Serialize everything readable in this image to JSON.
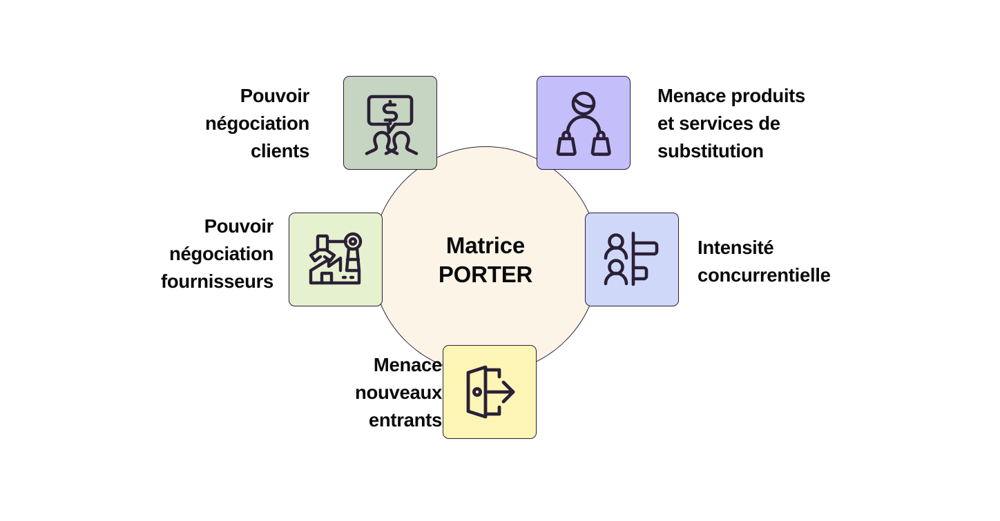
{
  "diagram": {
    "title_line1": "Matrice",
    "title_line2": "PORTER",
    "center_fill": "#fdf4e8",
    "outline_color": "#2b2036",
    "forces": [
      {
        "id": "clients",
        "label": "Pouvoir\nnégociation\nclients",
        "icon": "speech-bubble-dollar-two-people-icon",
        "tile_color": "#c6d5c1",
        "position": "top-left"
      },
      {
        "id": "substitution",
        "label": "Menace produits\net services de\nsubstitution",
        "icon": "person-two-shopping-bags-icon",
        "tile_color": "#c4bffa",
        "position": "top-right"
      },
      {
        "id": "fournisseurs",
        "label": "Pouvoir\nnégociation\nfournisseurs",
        "icon": "factory-robot-arm-icon",
        "tile_color": "#e5f1cf",
        "position": "middle-left"
      },
      {
        "id": "concurrence",
        "label": "Intensité\nconcurrentielle",
        "icon": "people-bar-chart-icon",
        "tile_color": "#cfd8f8",
        "position": "middle-right"
      },
      {
        "id": "entrants",
        "label": "Menace\nnouveaux\nentrants",
        "icon": "open-door-arrow-icon",
        "tile_color": "#fcf5b5",
        "position": "bottom-center"
      }
    ]
  }
}
